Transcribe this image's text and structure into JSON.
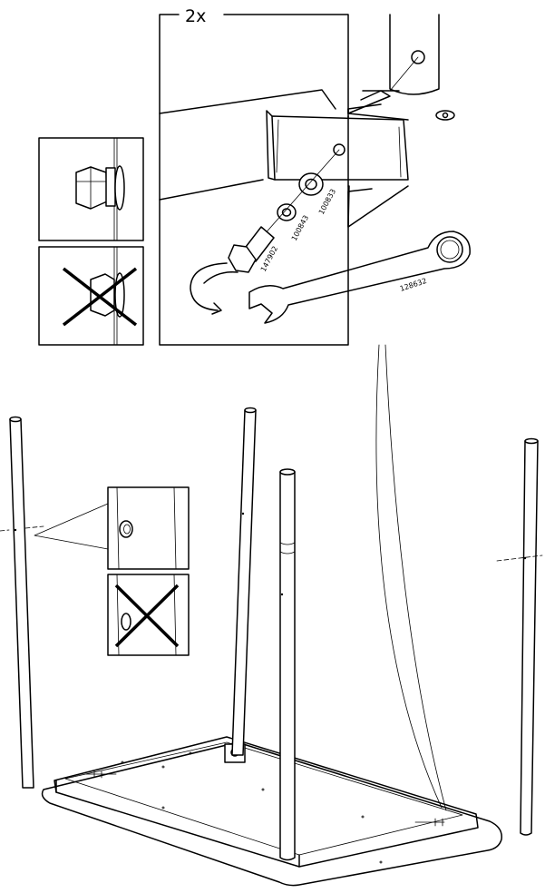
{
  "detail": {
    "quantity": "2x",
    "parts": {
      "bolt": "147902",
      "washer_small": "100843",
      "washer_large": "100833",
      "wrench": "128632"
    },
    "rotation_icon": "clockwise-rotate-icon"
  },
  "callouts": {
    "bolt_correct": "correct",
    "bolt_incorrect": "crossed-out",
    "leg_hole_correct": "correct",
    "leg_hole_incorrect": "crossed-out"
  }
}
